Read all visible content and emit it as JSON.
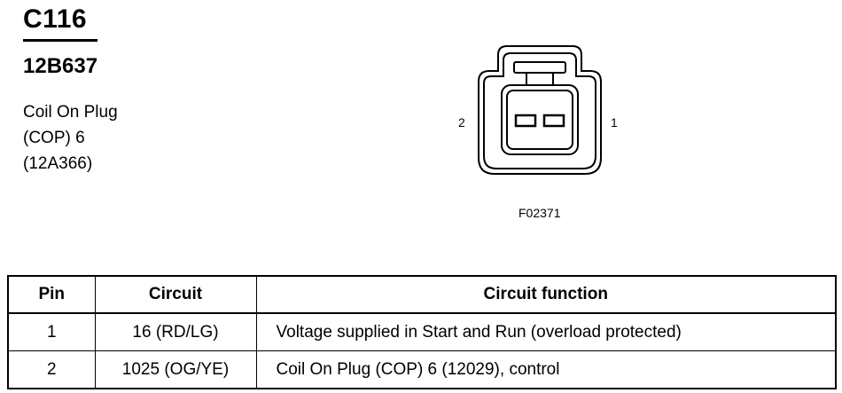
{
  "header": {
    "connector_id": "C116",
    "part_number": "12B637",
    "description_lines": [
      "Coil On Plug",
      "(COP) 6",
      "(12A366)"
    ]
  },
  "diagram": {
    "pin_left_label": "2",
    "pin_right_label": "1",
    "figure_code": "F02371"
  },
  "table": {
    "headers": {
      "pin": "Pin",
      "circuit": "Circuit",
      "function": "Circuit function"
    },
    "rows": [
      {
        "pin": "1",
        "circuit": "16 (RD/LG)",
        "function": "Voltage supplied in Start and Run (overload protected)"
      },
      {
        "pin": "2",
        "circuit": "1025 (OG/YE)",
        "function": "Coil On Plug (COP) 6 (12029), control"
      }
    ]
  }
}
